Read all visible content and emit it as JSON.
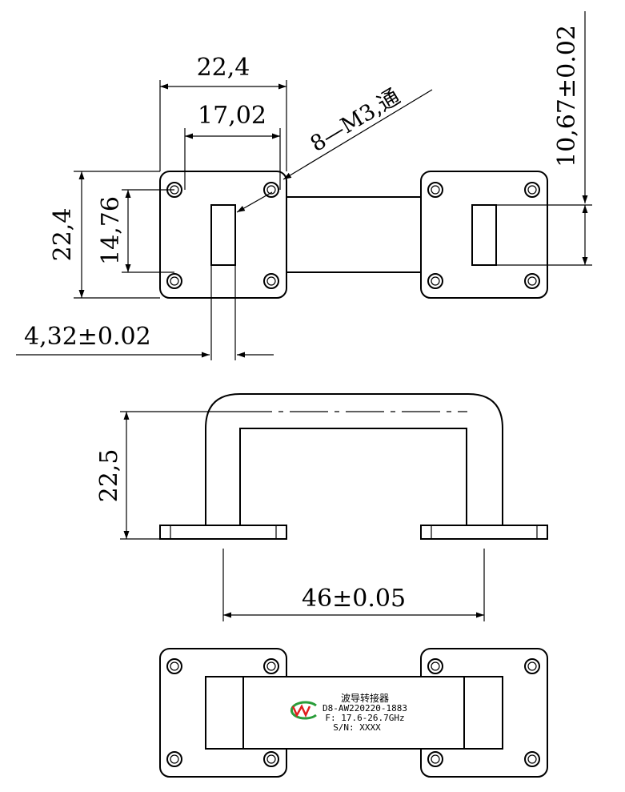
{
  "dimensions": {
    "top_width": "22,4",
    "hole_spacing_x": "17,02",
    "screw_note": "8—M3,通",
    "flange_height": "22,4",
    "hole_spacing_y": "14,76",
    "slot_width": "4,32±0.02",
    "slot_height": "10,67±0.02",
    "bend_height": "22,5",
    "port_spacing": "46±0.05"
  },
  "label": {
    "title": "波导转接器",
    "part_number": "D8-AW220220-1883",
    "frequency": "F: 17.6-26.7GHz",
    "serial": "S/N: XXXX"
  },
  "colors": {
    "line": "#000000",
    "logo_red": "#e01f1f",
    "logo_green": "#2a9d3a"
  }
}
